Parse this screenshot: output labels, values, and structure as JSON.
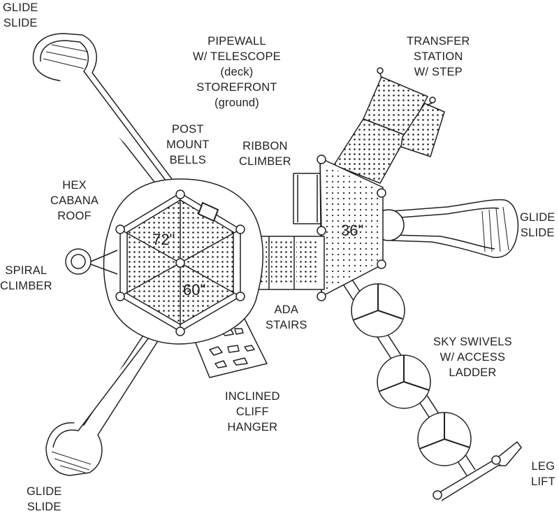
{
  "labels": {
    "glide_slide_top_left": [
      "GLIDE",
      "SLIDE"
    ],
    "pipewall": [
      "PIPEWALL",
      "W/ TELESCOPE",
      "(deck)",
      "STOREFRONT",
      "(ground)"
    ],
    "transfer_station": [
      "TRANSFER",
      "STATION",
      "W/ STEP"
    ],
    "post_mount_bells": [
      "POST",
      "MOUNT",
      "BELLS"
    ],
    "ribbon_climber": [
      "RIBBON",
      "CLIMBER"
    ],
    "hex_cabana_roof": [
      "HEX",
      "CABANA",
      "ROOF"
    ],
    "glide_slide_right": [
      "GLIDE",
      "SLIDE"
    ],
    "spiral_climber": [
      "SPIRAL",
      "CLIMBER"
    ],
    "ada_stairs": [
      "ADA",
      "STAIRS"
    ],
    "sky_swivels": [
      "SKY SWIVELS",
      "W/ ACCESS",
      "LADDER"
    ],
    "inclined_cliff_hanger": [
      "INCLINED",
      "CLIFF",
      "HANGER"
    ],
    "leg_lift": [
      "LEG",
      "LIFT"
    ],
    "glide_slide_bottom_left": [
      "GLIDE",
      "SLIDE"
    ]
  },
  "deck_heights": {
    "hex_upper": "72\"",
    "hex_lower": "60\"",
    "square_deck": "36\""
  },
  "colors": {
    "line": "#231f20",
    "fill": "#ffffff"
  }
}
